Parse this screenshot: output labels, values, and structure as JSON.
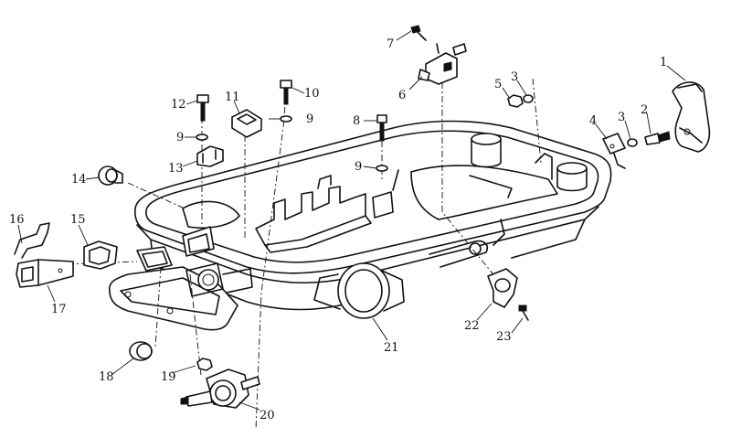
{
  "callouts": [
    {
      "label": "1"
    },
    {
      "label": "2"
    },
    {
      "label": "3"
    },
    {
      "label": "3"
    },
    {
      "label": "4"
    },
    {
      "label": "5"
    },
    {
      "label": "6"
    },
    {
      "label": "7"
    },
    {
      "label": "8"
    },
    {
      "label": "9"
    },
    {
      "label": "9"
    },
    {
      "label": "9"
    },
    {
      "label": "10"
    },
    {
      "label": "11"
    },
    {
      "label": "12"
    },
    {
      "label": "13"
    },
    {
      "label": "14"
    },
    {
      "label": "15"
    },
    {
      "label": "16"
    },
    {
      "label": "17"
    },
    {
      "label": "18"
    },
    {
      "label": "19"
    },
    {
      "label": "20"
    },
    {
      "label": "21"
    },
    {
      "label": "22"
    },
    {
      "label": "23"
    }
  ]
}
